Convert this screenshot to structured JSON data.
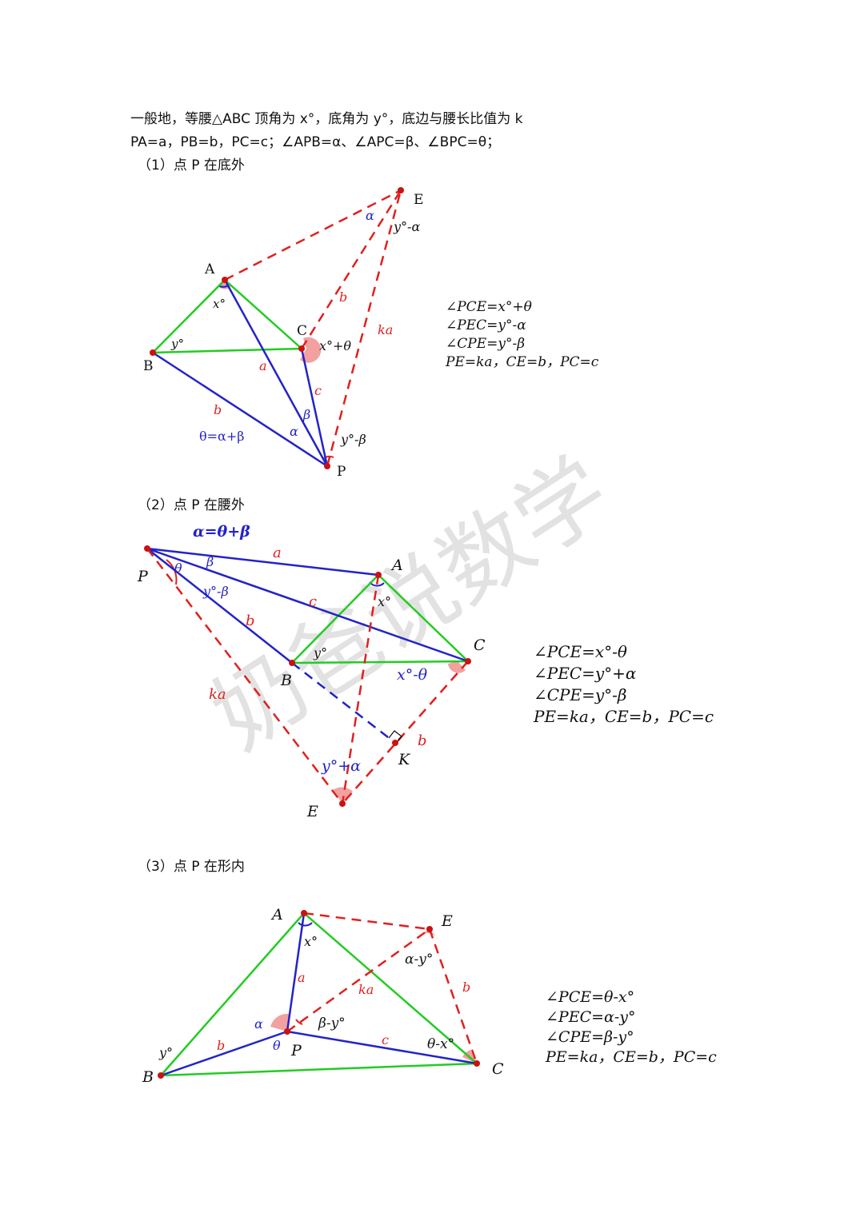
{
  "intro": {
    "line1": "一般地，等腰△ABC 顶角为 x°，底角为 y°，底边与腰长比值为 k",
    "line2": "PA=a，PB=b，PC=c；∠APB=α、∠APC=β、∠BPC=θ；"
  },
  "cases": [
    {
      "heading": "（1）点 P 在底外",
      "points": {
        "A": "A",
        "B": "B",
        "C": "C",
        "P": "P",
        "E": "E"
      },
      "labels": {
        "x": "x°",
        "y": "y°",
        "ang_c": "x°+θ",
        "a": "a",
        "b1": "b",
        "b2": "b",
        "c": "c",
        "ka": "ka",
        "alpha1": "α",
        "alpha2": "α",
        "beta": "β",
        "ymalpha": "y°-α",
        "ymbeta": "y°-β",
        "theta_eq": "θ=α+β"
      },
      "equations": [
        "∠PCE=x°+θ",
        "∠PEC=y°-α",
        "∠CPE=y°-β",
        "PE=ka，CE=b，PC=c"
      ]
    },
    {
      "heading": "（2）点 P 在腰外",
      "points": {
        "A": "A",
        "B": "B",
        "C": "C",
        "P": "P",
        "E": "E",
        "K": "K"
      },
      "labels": {
        "alpha_eq": "α=θ+β",
        "theta": "θ",
        "beta": "β",
        "ymbeta": "y°-β",
        "a": "a",
        "b1": "b",
        "b2": "b",
        "c": "c",
        "ka": "ka",
        "x": "x°",
        "y": "y°",
        "xmtheta": "x°-θ",
        "ypalpha": "y°+α"
      },
      "equations": [
        "∠PCE=x°-θ",
        "∠PEC=y°+α",
        "∠CPE=y°-β",
        "PE=ka，CE=b，PC=c"
      ]
    },
    {
      "heading": "（3）点 P 在形内",
      "points": {
        "A": "A",
        "B": "B",
        "C": "C",
        "P": "P",
        "E": "E"
      },
      "labels": {
        "x": "x°",
        "y": "y°",
        "a": "a",
        "b1": "b",
        "b2": "b",
        "c": "c",
        "ka": "ka",
        "alpha": "α",
        "theta": "θ",
        "bmy": "β-y°",
        "amy": "α-y°",
        "tmx": "θ-x°"
      },
      "equations": [
        "∠PCE=θ-x°",
        "∠PEC=α-y°",
        "∠CPE=β-y°",
        "PE=ka，CE=b，PC=c"
      ]
    }
  ],
  "watermark": "奶爸说数学",
  "colors": {
    "green": "#22cc22",
    "blue": "#2323c8",
    "red": "#e02020",
    "point": "#cc1111",
    "arc": "#f2a0a0"
  }
}
